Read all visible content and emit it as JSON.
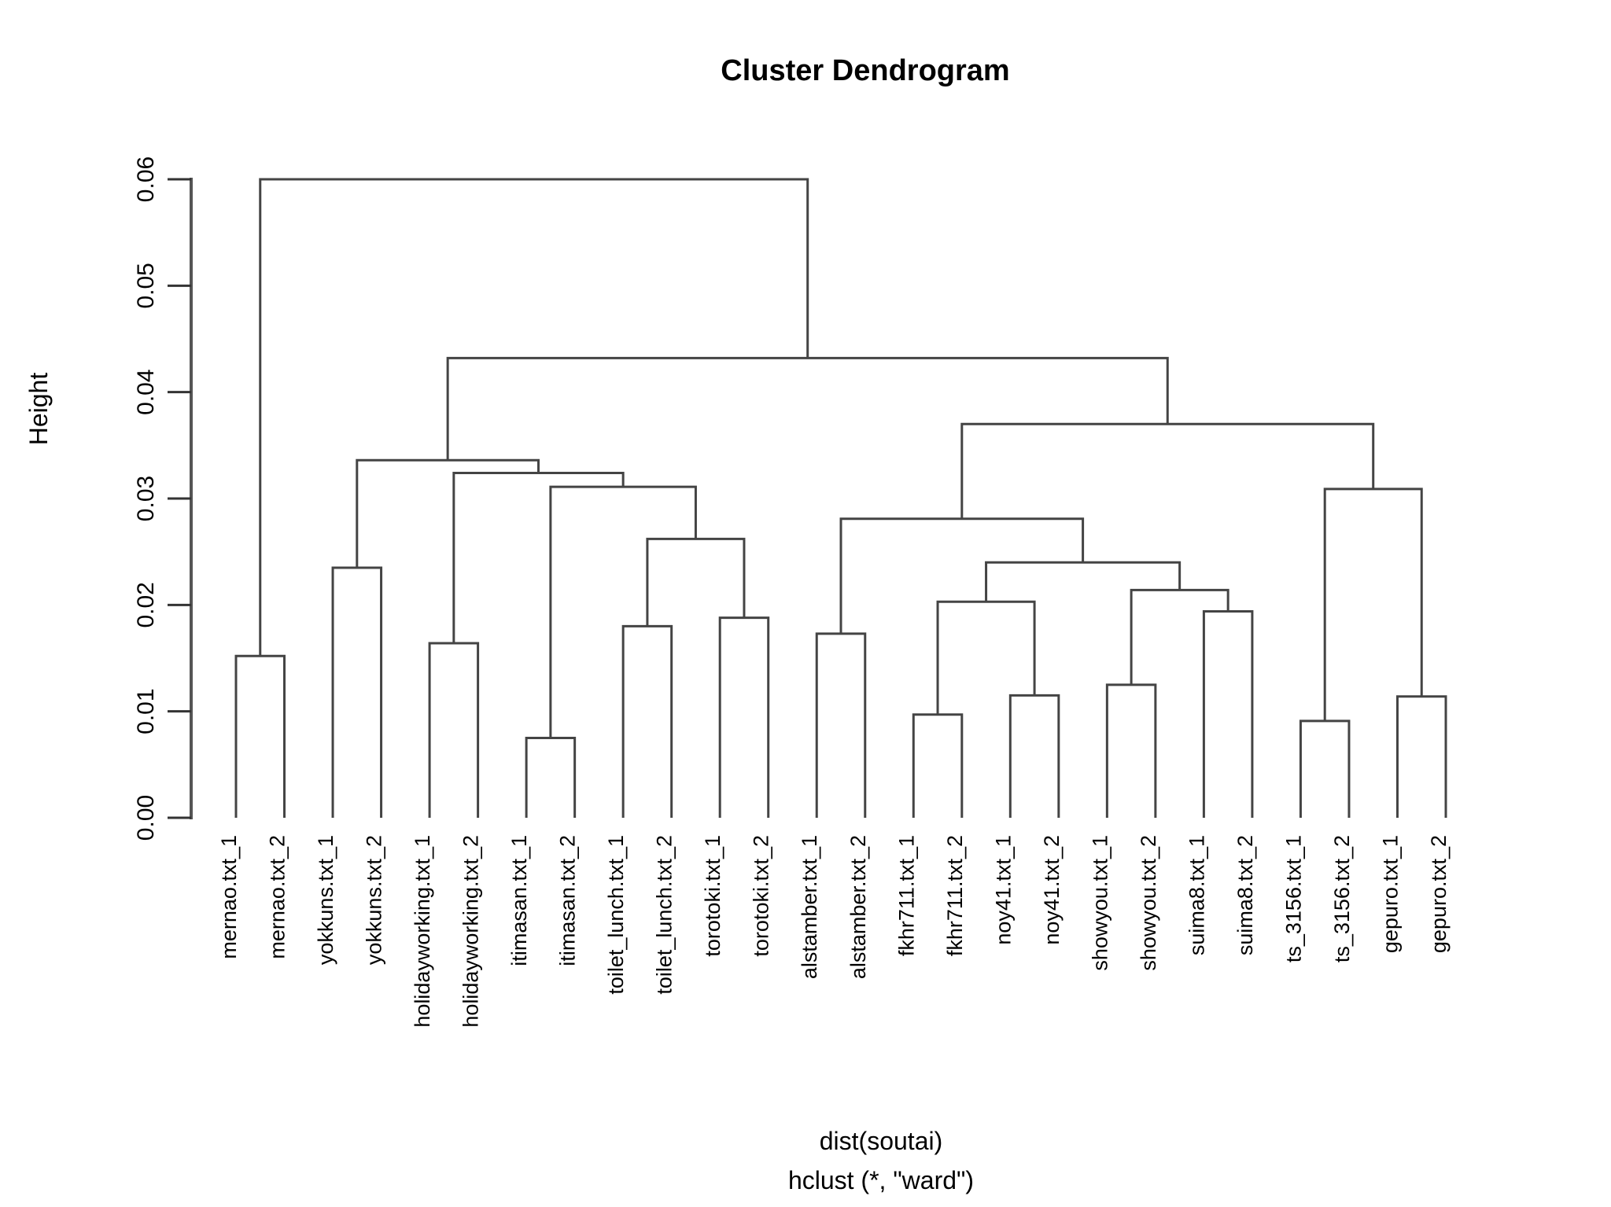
{
  "title": "Cluster Dendrogram",
  "axis": {
    "ylabel": "Height",
    "ticks": [
      "0.00",
      "0.01",
      "0.02",
      "0.03",
      "0.04",
      "0.05",
      "0.06"
    ],
    "tick_values": [
      0.0,
      0.01,
      0.02,
      0.03,
      0.04,
      0.05,
      0.06
    ]
  },
  "caption": {
    "line1": "dist(soutai)",
    "line2": "hclust (*, \"ward\")"
  },
  "colors": {
    "line": "#444444",
    "axis": "#555555",
    "text": "#000000",
    "background": "#ffffff"
  },
  "chart_data": {
    "type": "dendrogram",
    "title": "Cluster Dendrogram",
    "xlabel": "dist(soutai)",
    "ylabel": "Height",
    "ylim": [
      0.0,
      0.062
    ],
    "grid": false,
    "legend": "none",
    "method": "ward",
    "distance": "dist(soutai)",
    "leaves": [
      "mernao.txt_1",
      "mernao.txt_2",
      "yokkuns.txt_1",
      "yokkuns.txt_2",
      "holidayworking.txt_1",
      "holidayworking.txt_2",
      "itimasan.txt_1",
      "itimasan.txt_2",
      "toilet_lunch.txt_1",
      "toilet_lunch.txt_2",
      "torotoki.txt_1",
      "torotoki.txt_2",
      "alstamber.txt_1",
      "alstamber.txt_2",
      "fkhr711.txt_1",
      "fkhr711.txt_2",
      "noy41.txt_1",
      "noy41.txt_2",
      "showyou.txt_1",
      "showyou.txt_2",
      "suima8.txt_1",
      "suima8.txt_2",
      "ts_3156.txt_1",
      "ts_3156.txt_2",
      "gepuro.txt_1",
      "gepuro.txt_2"
    ],
    "merges": [
      {
        "id": "m_mernao",
        "left": "mernao.txt_1",
        "right": "mernao.txt_2",
        "height": 0.0152
      },
      {
        "id": "m_yokkuns",
        "left": "yokkuns.txt_1",
        "right": "yokkuns.txt_2",
        "height": 0.0235
      },
      {
        "id": "m_holiday",
        "left": "holidayworking.txt_1",
        "right": "holidayworking.txt_2",
        "height": 0.0164
      },
      {
        "id": "m_itimasan",
        "left": "itimasan.txt_1",
        "right": "itimasan.txt_2",
        "height": 0.0075
      },
      {
        "id": "m_toilet",
        "left": "toilet_lunch.txt_1",
        "right": "toilet_lunch.txt_2",
        "height": 0.018
      },
      {
        "id": "m_torotoki",
        "left": "torotoki.txt_1",
        "right": "torotoki.txt_2",
        "height": 0.0188
      },
      {
        "id": "m_alstamber",
        "left": "alstamber.txt_1",
        "right": "alstamber.txt_2",
        "height": 0.0173
      },
      {
        "id": "m_fkhr",
        "left": "fkhr711.txt_1",
        "right": "fkhr711.txt_2",
        "height": 0.0097
      },
      {
        "id": "m_noy41",
        "left": "noy41.txt_1",
        "right": "noy41.txt_2",
        "height": 0.0115
      },
      {
        "id": "m_showyou",
        "left": "showyou.txt_1",
        "right": "showyou.txt_2",
        "height": 0.0125
      },
      {
        "id": "m_suima8",
        "left": "suima8.txt_1",
        "right": "suima8.txt_2",
        "height": 0.0194
      },
      {
        "id": "m_ts3156",
        "left": "ts_3156.txt_1",
        "right": "ts_3156.txt_2",
        "height": 0.0091
      },
      {
        "id": "m_gepuro",
        "left": "gepuro.txt_1",
        "right": "gepuro.txt_2",
        "height": 0.0114
      },
      {
        "id": "m_tt",
        "left": "m_toilet",
        "right": "m_torotoki",
        "height": 0.0262
      },
      {
        "id": "m_itim_tt",
        "left": "m_itimasan",
        "right": "m_tt",
        "height": 0.0311
      },
      {
        "id": "m_hol_grp",
        "left": "m_holiday",
        "right": "m_itim_tt",
        "height": 0.0324
      },
      {
        "id": "m_left_grp",
        "left": "m_yokkuns",
        "right": "m_hol_grp",
        "height": 0.0336
      },
      {
        "id": "m_fkhr_noy",
        "left": "m_fkhr",
        "right": "m_noy41",
        "height": 0.0203
      },
      {
        "id": "m_show_suima",
        "left": "m_showyou",
        "right": "m_suima8",
        "height": 0.0214
      },
      {
        "id": "m_mid4",
        "left": "m_fkhr_noy",
        "right": "m_show_suima",
        "height": 0.024
      },
      {
        "id": "m_als_mid",
        "left": "m_alstamber",
        "right": "m_mid4",
        "height": 0.0281
      },
      {
        "id": "m_ts_gep",
        "left": "m_ts3156",
        "right": "m_gepuro",
        "height": 0.0309
      },
      {
        "id": "m_right_grp",
        "left": "m_als_mid",
        "right": "m_ts_gep",
        "height": 0.037
      },
      {
        "id": "m_lower_root",
        "left": "m_left_grp",
        "right": "m_right_grp",
        "height": 0.0432
      },
      {
        "id": "m_root",
        "left": "m_mernao",
        "right": "m_lower_root",
        "height": 0.06
      }
    ]
  }
}
